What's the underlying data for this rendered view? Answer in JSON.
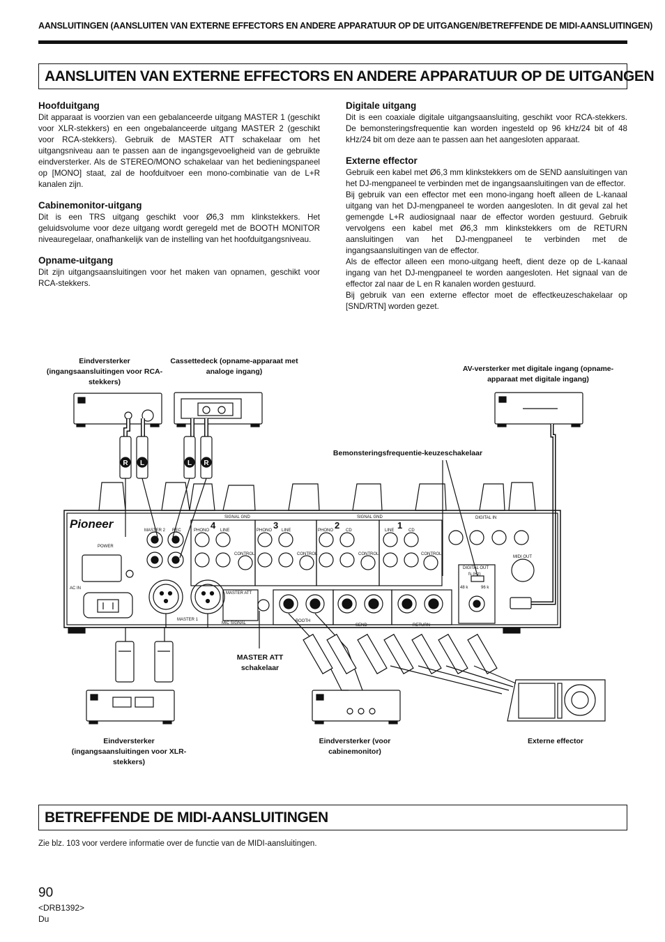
{
  "header": {
    "running_title": "AANSLUITINGEN (AANSLUITEN VAN EXTERNE EFFECTORS EN ANDERE APPARATUUR OP DE UITGANGEN/BETREFFENDE DE MIDI-AANSLUITINGEN)"
  },
  "section1": {
    "title": "AANSLUITEN VAN EXTERNE EFFECTORS EN ANDERE APPARATUUR OP DE UITGANGEN"
  },
  "left_col": {
    "hoofduitgang": {
      "heading": "Hoofduitgang",
      "body": "Dit apparaat is voorzien van een gebalanceerde uitgang MASTER 1 (geschikt voor XLR-stekkers) en een ongebalanceerde uitgang MASTER 2 (geschikt voor RCA-stekkers). Gebruik de MASTER ATT schakelaar om het uitgangsniveau aan te passen aan de ingangsgevoeligheid van de gebruikte eindversterker. Als de STEREO/MONO schakelaar van het bedieningspaneel op [MONO] staat, zal de hoofduitvoer een mono-combinatie van de L+R kanalen zijn."
    },
    "cabine": {
      "heading": "Cabinemonitor-uitgang",
      "body": "Dit is een TRS uitgang geschikt voor Ø6,3 mm klinkstekkers. Het geluidsvolume voor deze uitgang wordt geregeld met de BOOTH MONITOR niveauregelaar, onafhankelijk van de instelling van het hoofduitgangsniveau."
    },
    "opname": {
      "heading": "Opname-uitgang",
      "body": "Dit zijn uitgangsaansluitingen voor het maken van opnamen, geschikt voor RCA-stekkers."
    }
  },
  "right_col": {
    "digitaal": {
      "heading": "Digitale uitgang",
      "body": "Dit is een coaxiale digitale uitgangsaansluiting, geschikt voor RCA-stekkers. De bemonsteringsfrequentie kan worden ingesteld op 96 kHz/24 bit of 48 kHz/24 bit om deze aan te passen aan het aangesloten apparaat."
    },
    "effector": {
      "heading": "Externe effector",
      "p1": "Gebruik een kabel met Ø6,3 mm klinkstekkers om de SEND aansluitingen van het DJ-mengpaneel te verbinden met de ingangsaansluitingen van de effector.",
      "p2": "Bij gebruik van een effector met een mono-ingang hoeft alleen de L-kanaal uitgang van het DJ-mengpaneel te worden aangesloten. In dit geval zal het gemengde L+R audiosignaal naar de effector worden gestuurd. Gebruik vervolgens een kabel met Ø6,3 mm klinkstekkers om de RETURN aansluitingen van het DJ-mengpaneel te verbinden met de ingangsaansluitingen van de effector.",
      "p3": "Als de effector alleen een mono-uitgang heeft, dient deze op de L-kanaal ingang van het DJ-mengpaneel te worden aangesloten. Het signaal van de effector zal naar de L en R kanalen worden gestuurd.",
      "p4": "Bij gebruik van een externe effector moet de effectkeuzeschakelaar op [SND/RTN] worden gezet."
    }
  },
  "diagram": {
    "cap_amp_rca": "Eindversterker (ingangsaansluitingen voor RCA-stekkers)",
    "cap_cassette": "Cassettedeck (opname-apparaat met analoge ingang)",
    "cap_av": "AV-versterker met digitale ingang (opname-apparaat met digitale ingang)",
    "cap_freq": "Bemonsteringsfrequentie-keuzeschakelaar",
    "cap_master_att": "MASTER ATT schakelaar",
    "cap_amp_xlr": "Eindversterker (ingangsaansluitingen voor XLR-stekkers)",
    "cap_amp_booth": "Eindversterker (voor cabinemonitor)",
    "cap_effector": "Externe effector",
    "brand": "Pioneer",
    "panel_labels": {
      "master2": "MASTER 2",
      "rec": "REC",
      "master1": "MASTER 1",
      "power": "POWER",
      "ac_in": "AC IN",
      "signal_gnd": "SIGNAL GND",
      "digital_out": "DIGITAL OUT",
      "fs": "fs (Hz)",
      "fs_48": "48 k",
      "fs_96": "96 k",
      "midi_out": "MIDI OUT",
      "digital_in": "DIGITAL IN",
      "booth": "BOOTH",
      "send": "SEND",
      "return": "RETURN",
      "master_att": "MASTER ATT",
      "mic_signal": "MIC SIGNAL",
      "phono": "PHONO",
      "line": "LINE",
      "cd": "CD",
      "control": "CONTROL",
      "ch4": "4",
      "ch3": "3",
      "ch2": "2",
      "ch1": "1",
      "l": "L",
      "r": "R"
    }
  },
  "section2": {
    "title": "BETREFFENDE DE MIDI-AANSLUITINGEN",
    "note": "Zie blz. 103 voor verdere informatie over de functie van de MIDI-aansluitingen."
  },
  "footer": {
    "page": "90",
    "code": "<DRB1392>",
    "lang": "Du"
  }
}
